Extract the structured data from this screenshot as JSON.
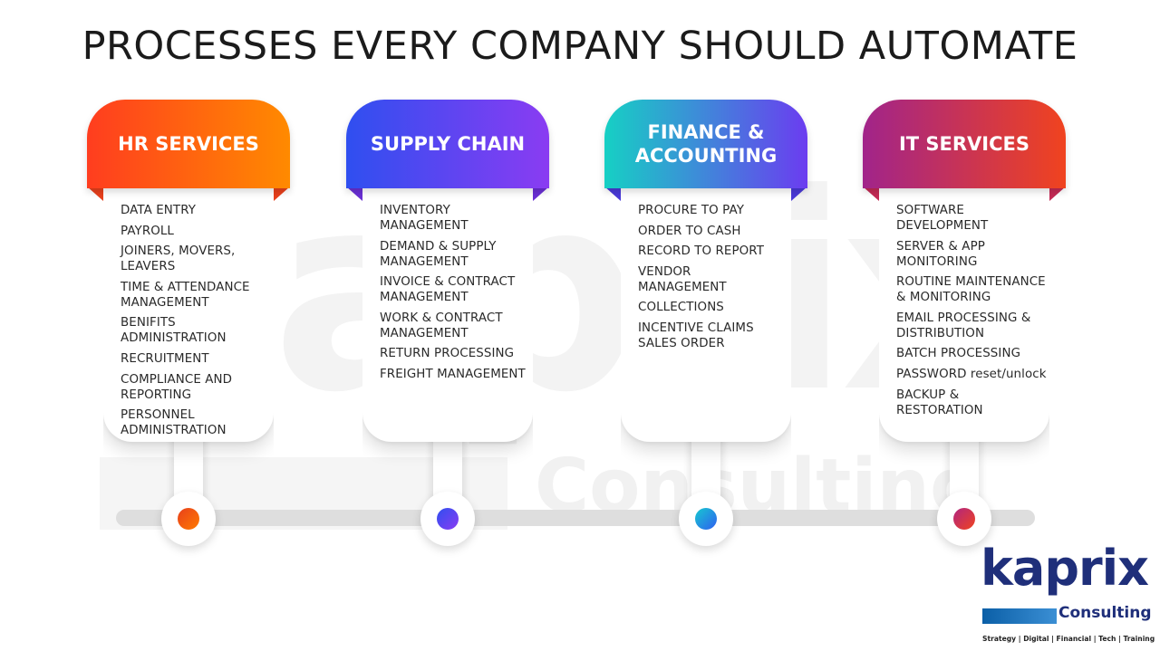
{
  "title": "PROCESSES EVERY COMPANY SHOULD AUTOMATE",
  "watermark": {
    "big": "aprix",
    "small": "Consulting"
  },
  "cards": [
    {
      "heading": "HR SERVICES",
      "gradient": [
        "#ff3d1f",
        "#ff8a00"
      ],
      "dot": [
        "#e8401c",
        "#ff7a00"
      ],
      "fold": "#e8401c",
      "items": [
        "DATA ENTRY",
        "PAYROLL",
        "JOINERS, MOVERS,\nLEAVERS",
        "TIME & ATTENDANCE\nMANAGEMENT",
        "BENIFITS\nADMINISTRATION",
        "RECRUITMENT",
        "COMPLIANCE AND\nREPORTING",
        "PERSONNEL\nADMINISTRATION"
      ]
    },
    {
      "heading": "SUPPLY CHAIN",
      "gradient": [
        "#2f4ff0",
        "#8a3cf2"
      ],
      "dot": [
        "#2f4ff0",
        "#8a3cf2"
      ],
      "fold": "#6a2fd4",
      "items": [
        "INVENTORY\nMANAGEMENT",
        "DEMAND & SUPPLY\nMANAGEMENT",
        "INVOICE & CONTRACT\nMANAGEMENT",
        "WORK & CONTRACT\nMANAGEMENT",
        "RETURN PROCESSING",
        "FREIGHT MANAGEMENT"
      ]
    },
    {
      "heading": "FINANCE &\nACCOUNTING",
      "gradient": [
        "#16d0c4",
        "#6b3cf0"
      ],
      "dot": [
        "#16c9d0",
        "#2f5ff0"
      ],
      "fold": "#4a3ad8",
      "items": [
        "PROCURE TO PAY",
        "ORDER TO CASH",
        "RECORD TO REPORT",
        "VENDOR\nMANAGEMENT",
        "COLLECTIONS",
        "INCENTIVE CLAIMS\nSALES ORDER"
      ]
    },
    {
      "heading": "IT SERVICES",
      "gradient": [
        "#a1248a",
        "#f0431f"
      ],
      "dot": [
        "#b12580",
        "#f0431f"
      ],
      "fold": "#c42a55",
      "items": [
        "SOFTWARE\nDEVELOPMENT",
        "SERVER & APP\nMONITORING",
        "ROUTINE MAINTENANCE\n& MONITORING",
        "EMAIL PROCESSING &\nDISTRIBUTION",
        "BATCH PROCESSING",
        "PASSWORD reset/unlock",
        "BACKUP &\nRESTORATION"
      ]
    }
  ],
  "logo": {
    "brand": "kaprix",
    "sub": "Consulting",
    "tagline": "Strategy | Digital | Financial | Tech | Training"
  }
}
